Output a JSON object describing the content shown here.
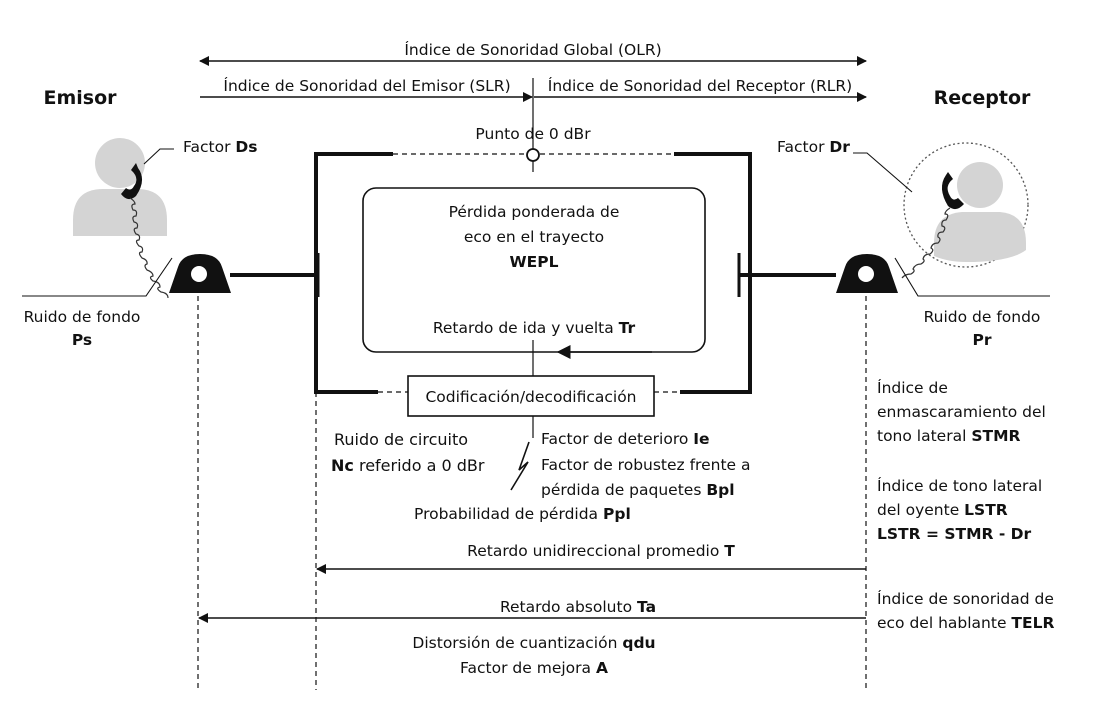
{
  "colors": {
    "line": "#111111",
    "person": "#d4d4d4",
    "phone": "#111111",
    "background": "#ffffff"
  },
  "icons": [
    "person-silhouette",
    "telephone-handset",
    "telephone-set",
    "lightning-bolt",
    "arrow"
  ],
  "arrows": {
    "olr": "Índice de Sonoridad Global (OLR)",
    "slr": "Índice de Sonoridad del Emisor (SLR)",
    "rlr": "Índice de Sonoridad del Receptor (RLR)"
  },
  "sender": {
    "title": "Emisor",
    "factor_label": "Factor ",
    "factor_code": "Ds",
    "noise_label": "Ruido de fondo",
    "noise_code": "Ps"
  },
  "receiver": {
    "title": "Receptor",
    "factor_label": "Factor ",
    "factor_code": "Dr",
    "noise_label": "Ruido de fondo",
    "noise_code": "Pr"
  },
  "network": {
    "zero_point": "Punto de 0 dBr",
    "wepl_line1": "Pérdida ponderada de",
    "wepl_line2": "eco en el trayecto",
    "wepl_code": "WEPL",
    "tr_label": "Retardo de ida y vuelta ",
    "tr_code": "Tr",
    "codec": "Codificación/decodificación",
    "circuit_noise_line1": "Ruido de circuito",
    "circuit_noise_code": "Nc",
    "circuit_noise_line2": " referido a 0 dBr",
    "ie_label": "Factor de deterioro ",
    "ie_code": "Ie",
    "bpl_line1": "Factor de robustez frente a",
    "bpl_line2": "pérdida de paquetes ",
    "bpl_code": "Bpl",
    "ppl_label": "Probabilidad de pérdida ",
    "ppl_code": "Ppl"
  },
  "right_notes": {
    "stmr_line1": "Índice de",
    "stmr_line2": "enmascaramiento del",
    "stmr_line3": "tono lateral ",
    "stmr_code": "STMR",
    "lstr_line1": "Índice de tono lateral",
    "lstr_line2": "del oyente ",
    "lstr_code": "LSTR",
    "lstr_formula": "LSTR = STMR - Dr",
    "telr_line1": "Índice de sonoridad de",
    "telr_line2": "eco del hablante ",
    "telr_code": "TELR"
  },
  "bottom": {
    "t_label": "Retardo unidireccional promedio ",
    "t_code": "T",
    "ta_label": "Retardo absoluto ",
    "ta_code": "Ta",
    "qdu_label": "Distorsión de cuantización ",
    "qdu_code": "qdu",
    "a_label": "Factor de mejora ",
    "a_code": "A"
  }
}
